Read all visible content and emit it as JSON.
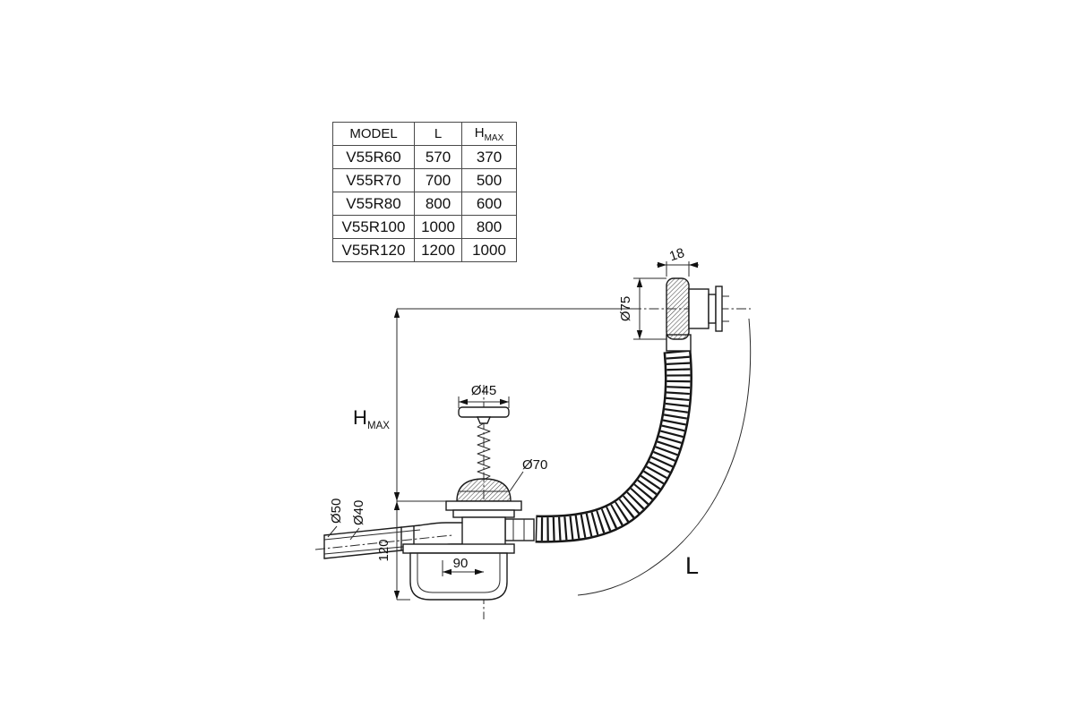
{
  "colors": {
    "ink": "#1c1c1c",
    "background": "#ffffff"
  },
  "table": {
    "headers": {
      "model": "MODEL",
      "l": "L",
      "hmax_main": "H",
      "hmax_sub": "MAX"
    },
    "rows": [
      {
        "model": "V55R60",
        "l": "570",
        "hmax": "370"
      },
      {
        "model": "V55R70",
        "l": "700",
        "hmax": "500"
      },
      {
        "model": "V55R80",
        "l": "800",
        "hmax": "600"
      },
      {
        "model": "V55R100",
        "l": "1000",
        "hmax": "800"
      },
      {
        "model": "V55R120",
        "l": "1200",
        "hmax": "1000"
      }
    ]
  },
  "drawing": {
    "dims": {
      "d75": "Ø75",
      "w18": "18",
      "d45": "Ø45",
      "d70": "Ø70",
      "d50": "Ø50",
      "d40": "Ø40",
      "h120": "120",
      "w90": "90",
      "hmax_main": "H",
      "hmax_sub": "MAX",
      "l_label": "L"
    }
  }
}
